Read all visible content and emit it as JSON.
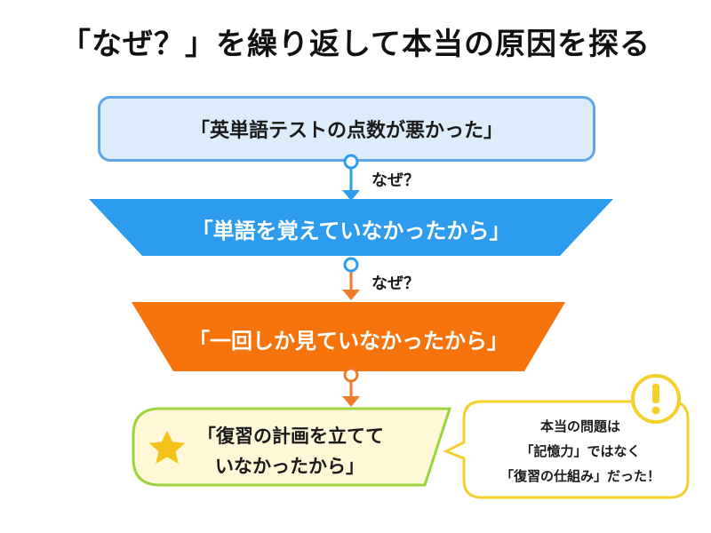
{
  "title": "「なぜ？」を繰り返して本当の原因を探る",
  "steps": [
    {
      "text": "「英単語テストの点数が悪かった」",
      "color": "#dcecfb",
      "border": "#5ea5ea"
    },
    {
      "text": "「単語を覚えていなかったから」",
      "color": "#2d9cef"
    },
    {
      "text": "「一回しか見ていなかったから」",
      "color": "#f7730c"
    },
    {
      "text_lines": [
        "「復習の計画を立てて",
        "いなかったから」"
      ],
      "color": "#fff8d6",
      "border": "#9dd43e"
    }
  ],
  "why_labels": [
    "なぜ？",
    "なぜ？"
  ],
  "connector_colors": [
    "#2d9cef",
    "#f07a2a",
    "#f07a2a"
  ],
  "callout": {
    "lines": [
      "本当の問題は",
      "「記憶力」ではなく",
      "「復習の仕組み」だった！"
    ],
    "border_color": "#f5cf2c",
    "badge_text": "!",
    "badge_color": "#f5cf2c"
  },
  "icons": {
    "star": "star-icon",
    "exclamation": "exclamation-badge-icon"
  }
}
